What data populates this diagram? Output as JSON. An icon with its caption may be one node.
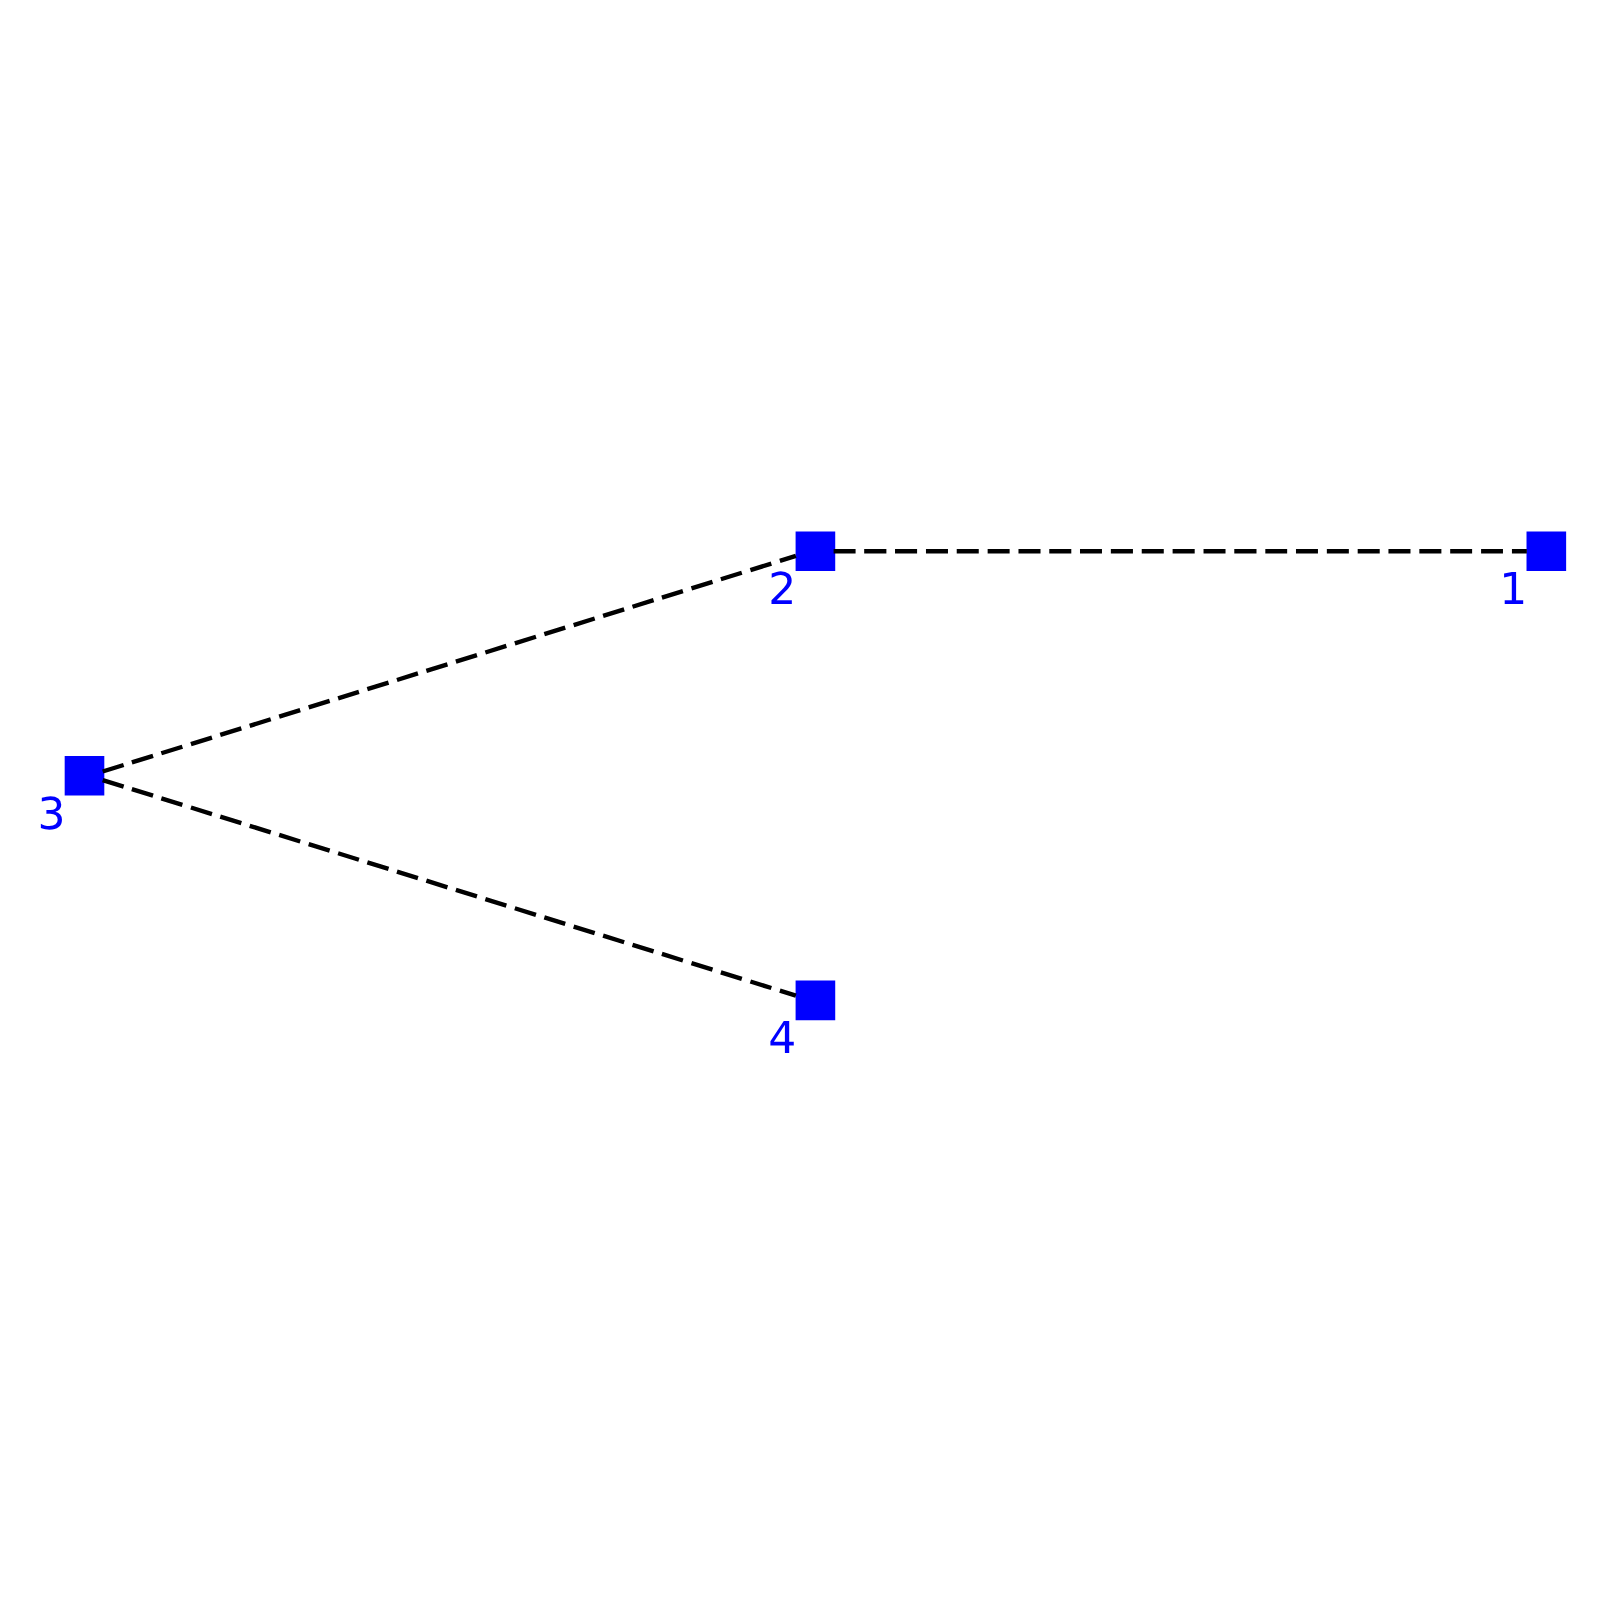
{
  "diagram": {
    "nodes": [
      {
        "text": [],
        "shape": "box",
        "beside": [
          "3"
        ]
      },
      {
        "text": [],
        "shape": "box",
        "beside": [
          "2"
        ]
      },
      {
        "text": [],
        "shape": "box",
        "beside": [
          "4"
        ]
      },
      {
        "text": [],
        "shape": "box",
        "beside": [
          "1"
        ]
      }
    ],
    "edges": [
      {
        "from": 0,
        "to": 1,
        "arrow": "none",
        "style": "dashed"
      },
      {
        "from": 1,
        "to": 3,
        "arrow": "none",
        "style": "dashed"
      },
      {
        "from": 0,
        "to": 2,
        "arrow": "none",
        "style": "dashed"
      }
    ]
  }
}
